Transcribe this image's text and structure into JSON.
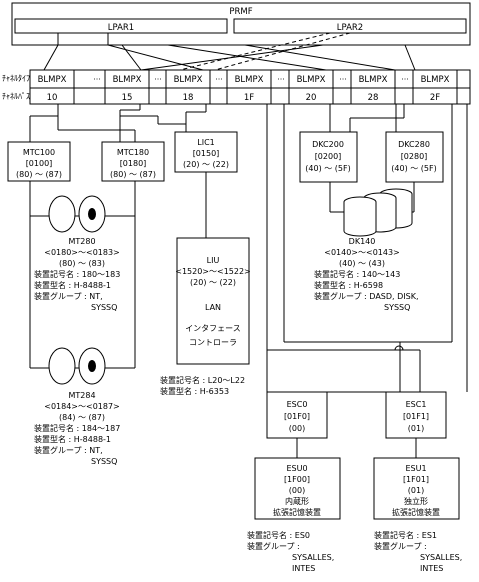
{
  "prmf": "PRMF",
  "lpars": [
    "LPAR1",
    "LPAR2"
  ],
  "row_labels": {
    "channel_type": "ﾁｬﾈﾙﾀｲﾌﾟ",
    "channel_path": "ﾁｬﾈﾙﾊﾟｽID"
  },
  "channels": [
    {
      "type": "BLMPX",
      "id": "10"
    },
    {
      "type": "BLMPX",
      "id": "15"
    },
    {
      "type": "BLMPX",
      "id": "18"
    },
    {
      "type": "BLMPX",
      "id": "1F"
    },
    {
      "type": "BLMPX",
      "id": "20"
    },
    {
      "type": "BLMPX",
      "id": "28"
    },
    {
      "type": "BLMPX",
      "id": "2F"
    }
  ],
  "separator": "···",
  "controllers": {
    "mtc100": [
      "MTC100",
      "[0100]",
      "(80) ～ (87)"
    ],
    "mtc180": [
      "MTC180",
      "[0180]",
      "(80) ～ (87)"
    ],
    "lic1": [
      "LIC1",
      "[0150]",
      "(20) ～ (22)"
    ],
    "dkc200": [
      "DKC200",
      "[0200]",
      "(40) ～ (5F)"
    ],
    "dkc280": [
      "DKC280",
      "[0280]",
      "(40) ～ (5F)"
    ]
  },
  "mt280": [
    "MT280",
    "<0180>～<0183>",
    "(80) ～ (83)",
    "装置記号名 : 180～183",
    "装置型名 : H-8488-1",
    "装置グループ : NT,",
    "SYSSQ"
  ],
  "mt284": [
    "MT284",
    "<0184>～<0187>",
    "(84) ～ (87)",
    "装置記号名 : 184～187",
    "装置型名 : H-8488-1",
    "装置グループ : NT,",
    "SYSSQ"
  ],
  "liu": [
    "LIU",
    "<1520>～<1522>",
    "(20) ～ (22)",
    "LAN",
    "インタフェース",
    "コントローラ"
  ],
  "liu_info": [
    "装置記号名 : L20～L22",
    "装置型名 : H-6353"
  ],
  "dk140": [
    "DK140",
    "<0140>～<0143>",
    "(40) ～ (43)",
    "装置記号名 : 140～143",
    "装置型名 : H-6598",
    "装置グループ : DASD, DISK,",
    "SYSSQ"
  ],
  "esc0": [
    "ESC0",
    "[01F0]",
    "(00)"
  ],
  "esc1": [
    "ESC1",
    "[01F1]",
    "(01)"
  ],
  "esu0": [
    "ESU0",
    "[1F00]",
    "(00)",
    "内蔵形",
    "拡張記憶装置"
  ],
  "esu1": [
    "ESU1",
    "[1F01]",
    "(01)",
    "独立形",
    "拡張記憶装置"
  ],
  "esu0_info": [
    "装置記号名 : ES0",
    "装置グループ :",
    "SYSALLES,",
    "INTES"
  ],
  "esu1_info": [
    "装置記号名 : ES1",
    "装置グループ :",
    "SYSALLES,",
    "INTES"
  ]
}
